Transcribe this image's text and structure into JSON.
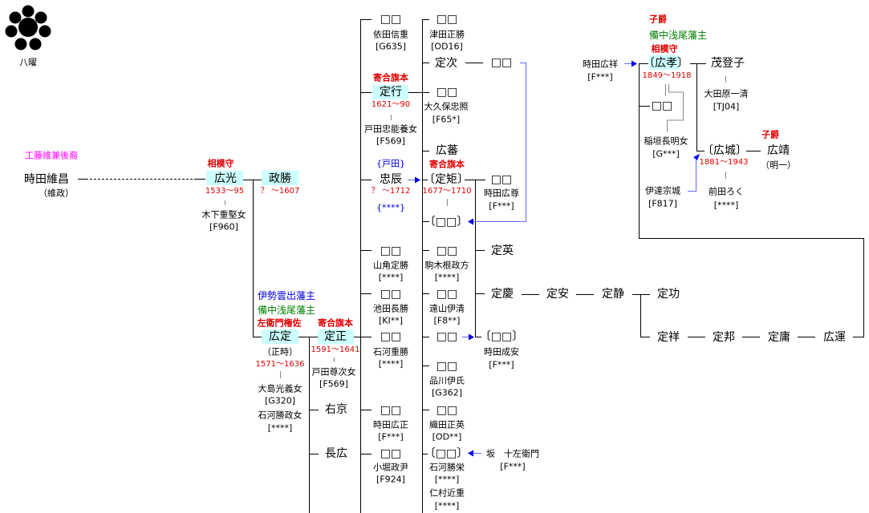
{
  "crest": {
    "label": "八曜"
  },
  "ancestor": {
    "note": "工藤維兼後裔",
    "name": "時田維昌",
    "alias": "（維政）"
  },
  "hiromitsu": {
    "title": "相模守",
    "name": "広光",
    "years": "1533～95",
    "wife": "木下重堅女",
    "wife_code": "[F960]"
  },
  "masakatsu": {
    "name": "政勝",
    "years": "？ ～1607"
  },
  "hirosada": {
    "title1": "伊勢雲出藩主",
    "title2": "備中浅尾藩主",
    "title3": "左衛門権佐",
    "name": "広定",
    "alias": "（正時）",
    "years": "1571～1636",
    "wife1": "大島光義女",
    "wife1_code": "[G320]",
    "wife2": "石河勝政女",
    "wife2_code": "[****]"
  },
  "sadamasa": {
    "title": "寄合旗本",
    "name": "定正",
    "years": "1591～1641",
    "wife": "戸田尊次女",
    "wife_code": "[F569]"
  },
  "ukyo": {
    "name": "右京"
  },
  "nagahiro": {
    "name": "長広"
  },
  "col2": {
    "d1": {
      "name": "□□",
      "spouse": "依田信重",
      "code": "[G635]"
    },
    "sadayuki": {
      "title": "寄合旗本",
      "name": "定行",
      "years": "1621～90",
      "wife": "戸田忠能養女",
      "wife_code": "[F569]"
    },
    "tadatoki": {
      "note": "{戸田}",
      "name": "忠辰",
      "years": "？ ～1712",
      "note2": "{****}"
    },
    "d2": {
      "name": "□□",
      "spouse": "山角定勝",
      "code": "[****]"
    },
    "d3": {
      "name": "□□",
      "spouse": "池田長勝",
      "code": "[KI**]"
    },
    "d4": {
      "name": "□□",
      "spouse": "石河重勝",
      "code": "[****]"
    },
    "d5": {
      "name": "□□",
      "spouse": "時田広正",
      "code": "[F***]"
    },
    "d6": {
      "name": "□□",
      "spouse": "小堀政尹",
      "code": "[F924]"
    }
  },
  "col3": {
    "d1": {
      "name": "□□",
      "spouse": "津田正勝",
      "code": "[OD16]"
    },
    "sadatsugu": {
      "name": "定次",
      "child": "□□"
    },
    "d2": {
      "name": "□□",
      "spouse": "大久保忠照",
      "code": "[F65*]"
    },
    "hiroshige": {
      "name": "広蕃"
    },
    "sadanori": {
      "title": "寄合旗本",
      "name": "〔定矩〕",
      "years": "1677～1710",
      "wife": "〔□□〕"
    },
    "sadanori_child": {
      "name": "□□",
      "spouse": "時田広尊",
      "code": "[F***]"
    },
    "d3": {
      "name": "□□",
      "spouse": "駒木根政方",
      "code": "[****]"
    },
    "d4": {
      "name": "□□",
      "spouse": "遠山伊清",
      "code": "[F8**]"
    },
    "d5": {
      "name": "□□"
    },
    "adopted": {
      "name": "〔□□〕",
      "spouse": "時田成安",
      "code": "[F***]"
    },
    "d6": {
      "name": "□□",
      "spouse": "品川伊氏",
      "code": "[G362]"
    },
    "d7": {
      "name": "□□",
      "spouse": "織田正英",
      "code": "[OD**]"
    },
    "d8": {
      "name": "〔□□〕",
      "spouse1": "石河勝栄",
      "code1": "[****]",
      "spouse2": "仁村近重",
      "code2": "[****]"
    },
    "ban": {
      "name": "坂　十左衛門",
      "code": "[F***]"
    }
  },
  "line": {
    "sadahide": "定英",
    "sadayoshi": "定慶",
    "sadayasu": "定安",
    "sadashizu": "定静",
    "sadanari": "定功",
    "sadayoshi2": "定祥",
    "sadakuni": "定邦",
    "sadatsune": "定庸",
    "hirokazu": "広運"
  },
  "modern": {
    "hirotada": {
      "title1": "子爵",
      "title2": "備中浅尾藩主",
      "title3": "相模守",
      "origin": "時田広祥",
      "origin_code": "[F***]",
      "name": "〔広孝〕",
      "years": "1849～1918",
      "wife": "稲垣長明女",
      "wife_code": "[G***]"
    },
    "sister": {
      "name": "□□"
    },
    "motoko": {
      "name": "茂登子",
      "spouse": "大田原一清",
      "code": "[TJ04]"
    },
    "hiroki": {
      "name": "〔広城〕",
      "years": "1881～1943",
      "wife": "前田ろく",
      "wife_code": "[****]",
      "origin": "伊達宗城",
      "origin_code": "[F817]"
    },
    "hiroyasu": {
      "title": "子爵",
      "name": "広靖",
      "alias": "（明一）"
    }
  }
}
